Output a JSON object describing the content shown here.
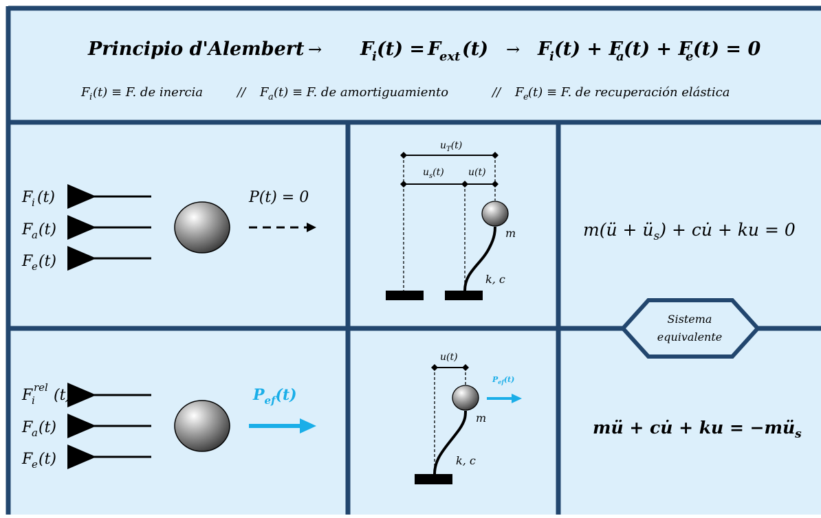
{
  "colors": {
    "panel_fill": "#dceffb",
    "border": "#22466e",
    "accent_cyan": "#1aaee8",
    "ink": "#000000"
  },
  "header": {
    "title_label": "Principio d'Alembert",
    "arrow1": "→",
    "eq_mid_lhs": "F",
    "eq_mid_lhs_sub": "i",
    "eq_mid_rhs": "F",
    "eq_mid_rhs_sub": "ext",
    "arrow2": "→",
    "eq_final": "F_i(t) + F_a(t) + F_e(t) = 0",
    "definitions": [
      {
        "sym": "F",
        "sub": "i",
        "text": "(t) ≡ F. de inercia"
      },
      {
        "sym": "F",
        "sub": "a",
        "text": "(t) ≡ F. de amortiguamiento"
      },
      {
        "sym": "F",
        "sub": "e",
        "text": "(t) ≡ F. de recuperación elástica"
      }
    ],
    "separator": "//"
  },
  "top_row": {
    "forces": [
      {
        "sym": "F",
        "sub": "i",
        "arg": "(t)"
      },
      {
        "sym": "F",
        "sub": "a",
        "arg": "(t)"
      },
      {
        "sym": "F",
        "sub": "e",
        "arg": "(t)"
      }
    ],
    "load_label": "P(t) = 0",
    "diagram": {
      "u_T": "u",
      "u_T_sub": "T",
      "u_s": "u",
      "u_s_sub": "s",
      "u_rel": "u(t)",
      "t_arg": "(t)",
      "mass": "m",
      "spring": "k, c"
    },
    "equation": "m(ü + ü",
    "equation_sub": "s",
    "equation_tail": ") + cu̇ + ku = 0"
  },
  "bottom_row": {
    "forces": [
      {
        "sym": "F",
        "sub": "i",
        "sup": "rel",
        "arg": "(t)"
      },
      {
        "sym": "F",
        "sub": "a",
        "arg": "(t)"
      },
      {
        "sym": "F",
        "sub": "e",
        "arg": "(t)"
      }
    ],
    "load_label": "P",
    "load_sub": "ef",
    "load_arg": "(t)",
    "diagram": {
      "u_rel": "u(t)",
      "load_small": "P",
      "load_small_sub": "ef",
      "load_small_arg": "(t)",
      "mass": "m",
      "spring": "k, c"
    },
    "equation": "mü + cu̇ + ku = −mü",
    "equation_sub": "s"
  },
  "badge": {
    "line1": "Sistema",
    "line2": "equivalente"
  }
}
